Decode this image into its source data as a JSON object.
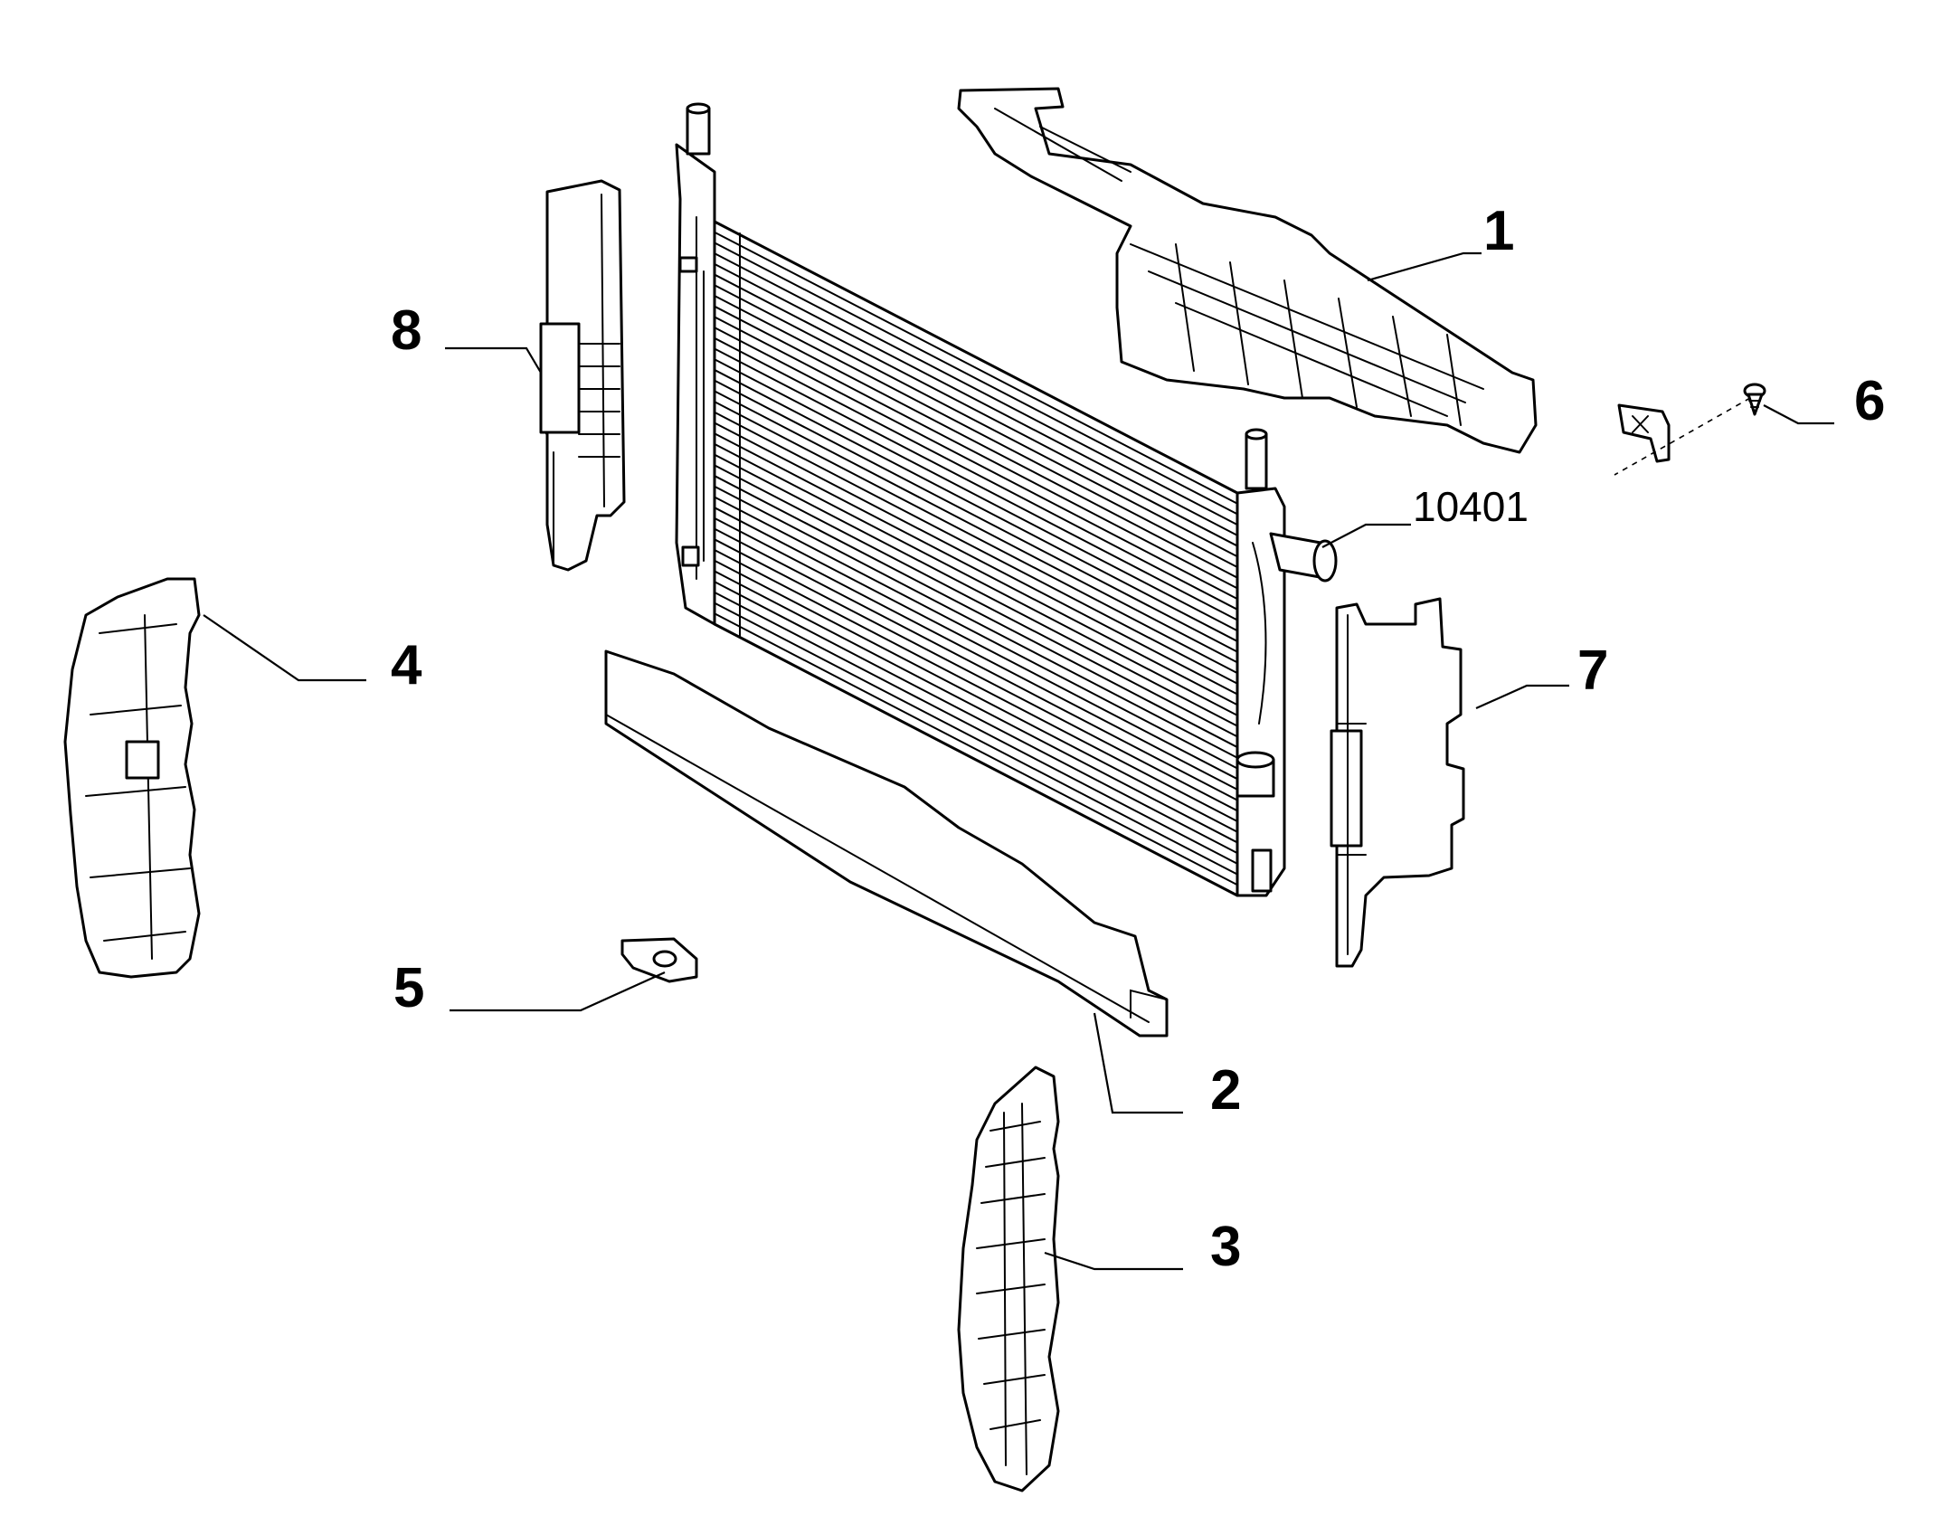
{
  "diagram": {
    "callouts": [
      {
        "id": "1",
        "label": "1"
      },
      {
        "id": "2",
        "label": "2"
      },
      {
        "id": "3",
        "label": "3"
      },
      {
        "id": "4",
        "label": "4"
      },
      {
        "id": "5",
        "label": "5"
      },
      {
        "id": "6",
        "label": "6"
      },
      {
        "id": "7",
        "label": "7"
      },
      {
        "id": "8",
        "label": "8"
      },
      {
        "id": "10401",
        "label": "10401"
      }
    ]
  }
}
